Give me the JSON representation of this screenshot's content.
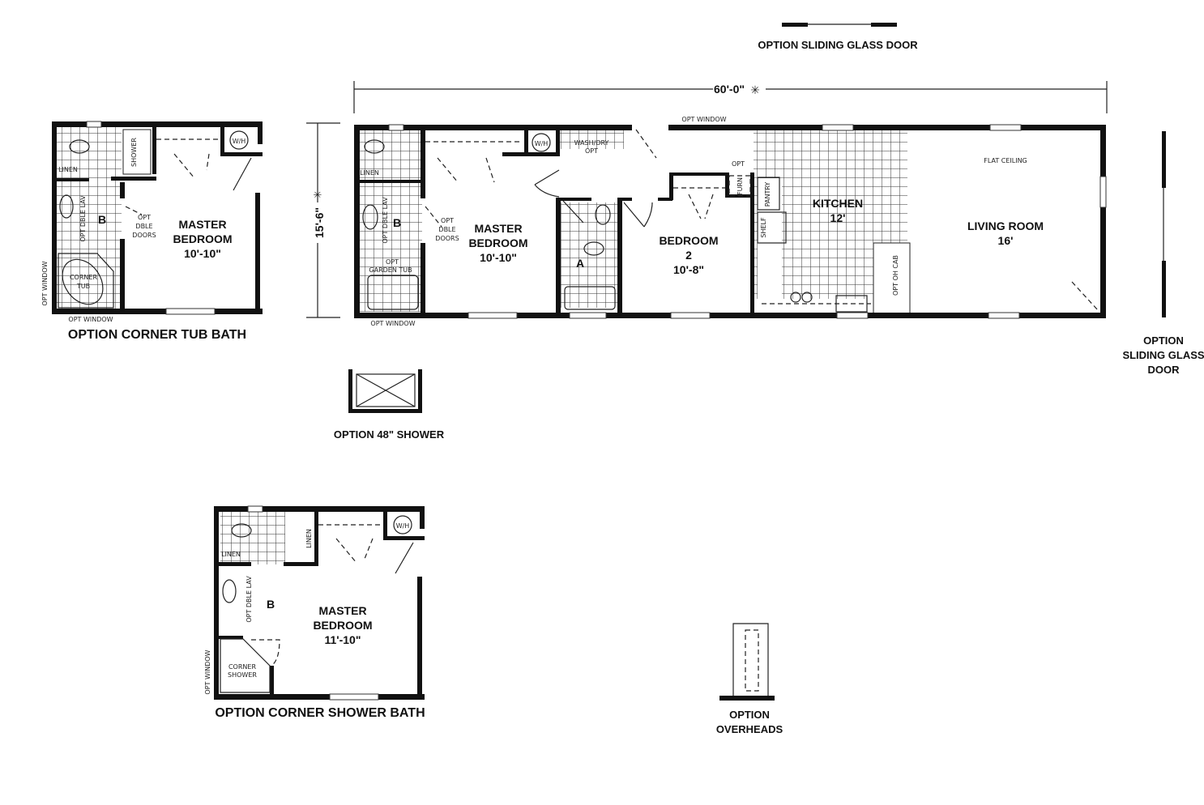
{
  "top_option": {
    "label": "OPTION SLIDING GLASS DOOR"
  },
  "dimensions": {
    "length": "60'-0\"",
    "width": "15'-6\""
  },
  "main_plan": {
    "opt_window_top": "OPT WINDOW",
    "opt_window_bottom": "OPT WINDOW",
    "wash_dry": [
      "WASH/DRY",
      "OPT"
    ],
    "wh": "W/H",
    "linen": "LINEN",
    "opt_dble_lav": "OPT DBLE LAV",
    "bath_b": "B",
    "opt_dble_doors": [
      "OPT",
      "DBLE",
      "DOORS"
    ],
    "opt_garden_tub": [
      "OPT",
      "GARDEN TUB"
    ],
    "master_bedroom": {
      "name": [
        "MASTER",
        "BEDROOM"
      ],
      "size": "10'-10\""
    },
    "bath_a": "A",
    "bedroom2": {
      "name": [
        "BEDROOM",
        "2"
      ],
      "size": "10'-8\""
    },
    "opt": "OPT",
    "furn": "FURN",
    "pantry": "PANTRY",
    "shelf": "SHELF",
    "kitchen": {
      "name": "KITCHEN",
      "size": "12'"
    },
    "flat_ceiling": "FLAT CEILING",
    "living_room": {
      "name": "LIVING ROOM",
      "size": "16'"
    },
    "opt_oh_cab": "OPT OH CAB"
  },
  "right_option": {
    "label": [
      "OPTION",
      "SLIDING GLASS",
      "DOOR"
    ]
  },
  "shower_option": {
    "label": "OPTION 48\" SHOWER"
  },
  "corner_tub_bath": {
    "title": "OPTION CORNER TUB BATH",
    "shower": "SHOWER",
    "wh": "W/H",
    "linen": "LINEN",
    "opt_dble_lav": "OPT DBLE LAV",
    "bath_b": "B",
    "opt_dble_doors": [
      "OPT",
      "DBLE",
      "DOORS"
    ],
    "corner_tub": [
      "CORNER",
      "TUB"
    ],
    "opt_window_side": "OPT WINDOW",
    "opt_window_bottom": "OPT WINDOW",
    "master_bedroom": {
      "name": [
        "MASTER",
        "BEDROOM"
      ],
      "size": "10'-10\""
    }
  },
  "corner_shower_bath": {
    "title": "OPTION CORNER SHOWER BATH",
    "wh": "W/H",
    "linen_1": "LINEN",
    "linen_2": "LINEN",
    "opt_dble_lav": "OPT DBLE LAV",
    "bath_b": "B",
    "corner_shower": [
      "CORNER",
      "SHOWER"
    ],
    "opt_window_side": "OPT WINDOW",
    "master_bedroom": {
      "name": [
        "MASTER",
        "BEDROOM"
      ],
      "size": "11'-10\""
    }
  },
  "overheads_option": {
    "label": [
      "OPTION",
      "OVERHEADS"
    ]
  }
}
